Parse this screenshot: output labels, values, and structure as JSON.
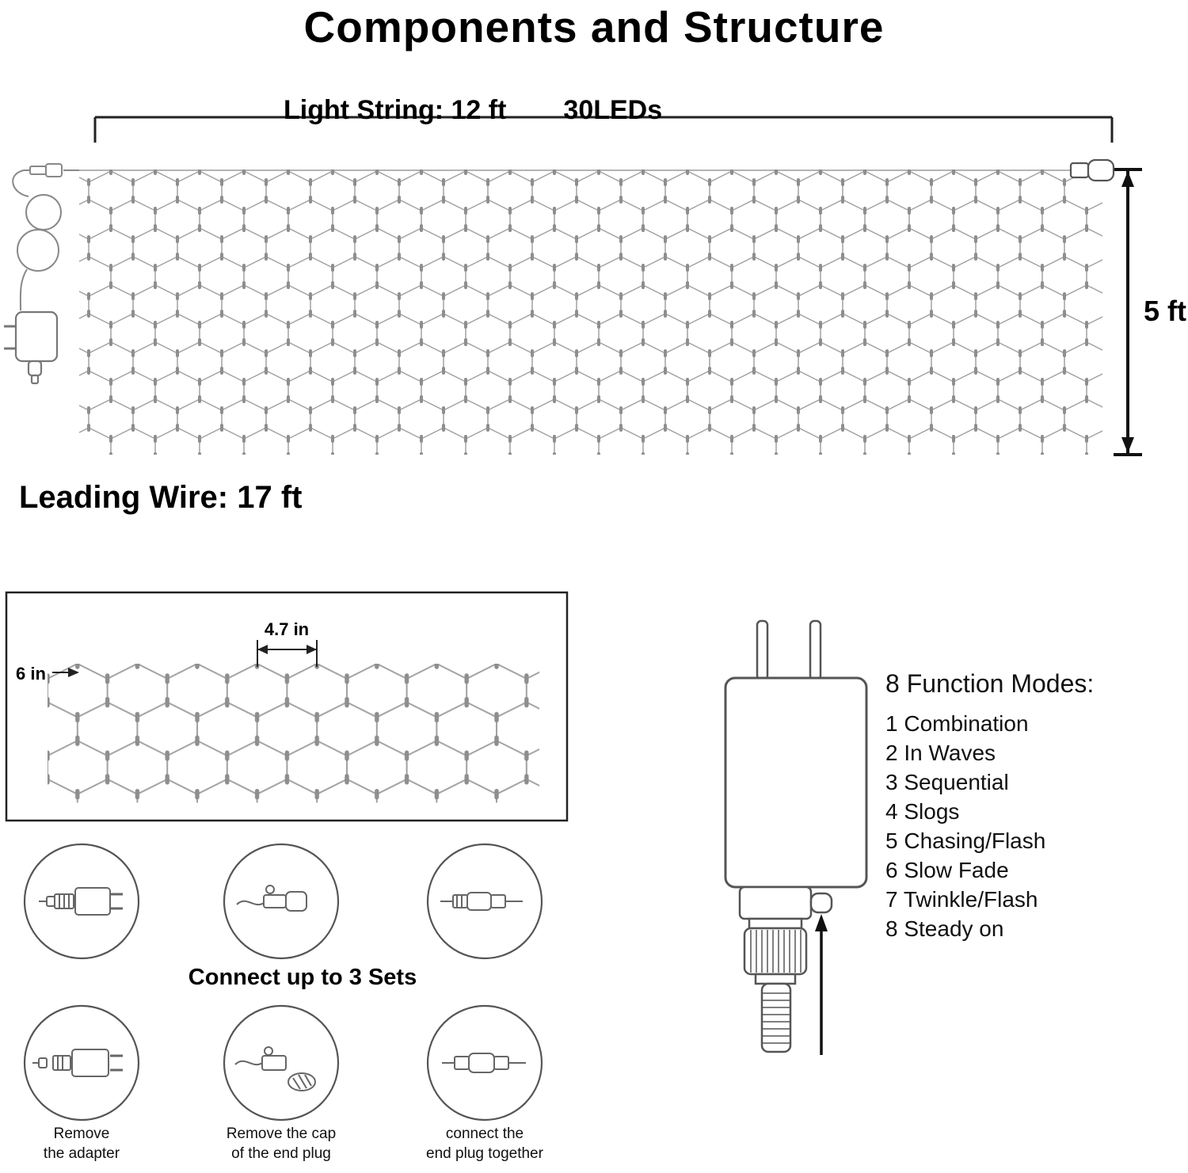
{
  "title": "Components and Structure",
  "net": {
    "top_label": "Light String: 12 ft",
    "led_label": "30LEDs",
    "height_label": "5 ft"
  },
  "leading_wire_label": "Leading Wire: 17 ft",
  "detail": {
    "cell_width_label": "4.7 in",
    "cell_height_label": "6 in"
  },
  "connect_label": "Connect up to 3 Sets",
  "steps": [
    {
      "line1": "Remove",
      "line2": "the adapter"
    },
    {
      "line1": "Remove the cap",
      "line2": "of the end plug"
    },
    {
      "line1": "connect the",
      "line2": "end plug together"
    }
  ],
  "modes": {
    "title": "8 Function Modes:",
    "items": [
      "1 Combination",
      "2 In Waves",
      "3 Sequential",
      "4 Slogs",
      "5 Chasing/Flash",
      "6 Slow Fade",
      "7 Twinkle/Flash",
      "8 Steady on"
    ]
  },
  "colors": {
    "mesh_line": "#a2a2a2",
    "bulb": "#8e8e8e",
    "outline": "#555555",
    "ink": "#111111"
  }
}
